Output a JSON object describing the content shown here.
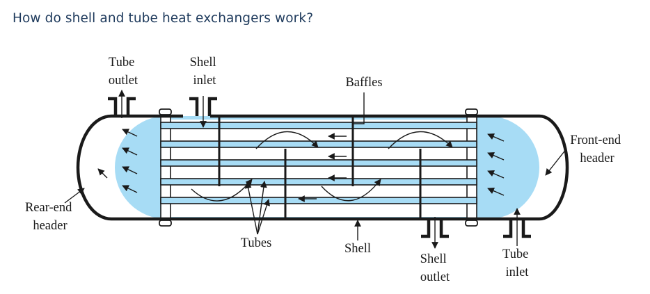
{
  "page": {
    "title": "How do shell and tube heat exchangers work?"
  },
  "diagram": {
    "labels": {
      "tube_outlet": [
        "Tube",
        "outlet"
      ],
      "shell_inlet": [
        "Shell",
        "inlet"
      ],
      "baffles": "Baffles",
      "front_end_header": [
        "Front-end",
        "header"
      ],
      "rear_end_header": [
        "Rear-end",
        "header"
      ],
      "tubes": "Tubes",
      "shell": "Shell",
      "shell_outlet": [
        "Shell",
        "outlet"
      ],
      "tube_inlet": [
        "Tube",
        "inlet"
      ]
    },
    "colors": {
      "fluid": "#a7dcf5",
      "outline": "#1a1a1a",
      "heading": "#1e3a5c"
    }
  }
}
